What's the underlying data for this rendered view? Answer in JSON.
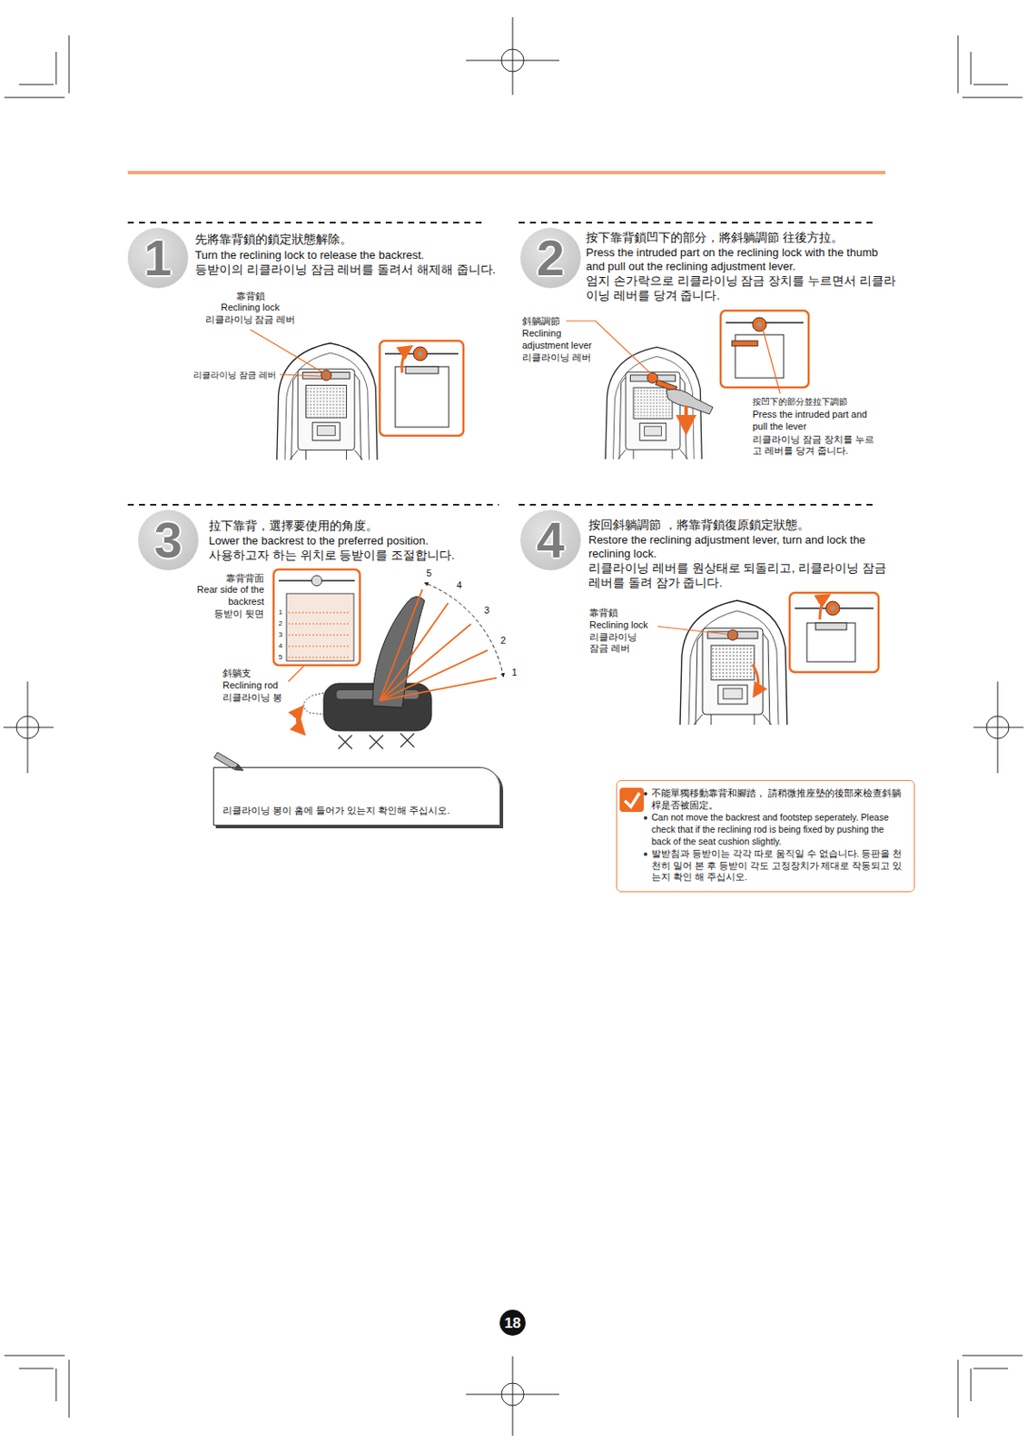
{
  "diagram": {
    "nodes": [
      {
        "text": [
          "1"
        ]
      },
      {
        "text": [
          "2"
        ]
      },
      {
        "text": [
          "3"
        ]
      },
      {
        "text": [
          "4"
        ]
      },
      {
        "text": [
          "리클라이닝 봉이 홈에 들어가 있는지 확인해 주십시오."
        ]
      },
      {
        "text": [
          "不能單獨移動靠背和腳踏， 請稍微推座墊的後部來檢查斜躺桿是否被固定。",
          "Can not move the backrest and footstep seperately. Please check that if the reclining rod is being fixed by pushing the back of the seat cushion slightly.",
          "발받침과 등받이는 각각 따로 움직일 수 없습니다. 등판을 천천히 밀어 본 후 등받이 각도 고정장치가 제대로 작동되고 있는지 확인 해 주십시오."
        ]
      },
      {
        "text": [
          "18"
        ]
      }
    ],
    "labels": [
      "先將靠背鎖的鎖定狀態解除。",
      "Turn the reclining lock to release the backrest.",
      "등받이의 리클라이닝 잠금 레버를 돌려서 해제해 줍니다.",
      "靠背鎖",
      "Reclining lock",
      "리클라이닝 잠금 레버",
      "리클라이닝 잠금 레버",
      "按下靠背鎖凹下的部分，將斜躺調節 往後方拉。",
      "Press the intruded part on the reclining lock with the thumb and pull out the reclining adjustment lever.",
      "엄지 손가락으로 리클라이닝 잠금 장치를 누르면서 리클라이닝 레버를 당겨 줍니다.",
      "斜躺調節",
      "Reclining adjustment lever",
      "리클라이닝 레버",
      "按凹下的部分並拉下調節",
      "Press the intruded part and pull the lever",
      "리클라이닝 잠금 장치를 누르고 레버를 당겨 줍니다.",
      "拉下靠背，選擇要使用的角度。",
      "Lower the backrest to the preferred position.",
      "사용하고자 하는 위치로 등받이를 조절합니다.",
      "靠背背面",
      "Rear side of the backrest",
      "등받이 뒷면",
      "1",
      "2",
      "3",
      "4",
      "5",
      "斜躺支",
      "Reclining rod",
      "리클라이닝 봉",
      "5",
      "4",
      "3",
      "2",
      "1",
      "按回斜躺調節 ，將靠背鎖復原鎖定狀態。",
      "Restore the reclining adjustment lever, turn and lock the reclining lock.",
      "리클라이닝 레버를 원상태로 되돌리고, 리클라이닝 잠금 레버를 돌려 잠가 줍니다.",
      "靠背鎖",
      "Reclining lock",
      "리클라이닝 잠금 레버"
    ]
  }
}
